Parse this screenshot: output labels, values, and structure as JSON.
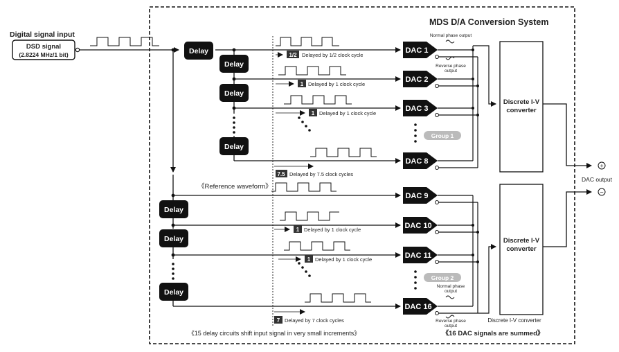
{
  "title": "MDS D/A Conversion System",
  "input": {
    "heading": "Digital signal input",
    "box_line1": "DSD signal",
    "box_line2": "(2.8224 MHz/1 bit)"
  },
  "delay_label": "Delay",
  "dacs_group1": [
    "DAC 1",
    "DAC 2",
    "DAC 3",
    "DAC 8"
  ],
  "dacs_group2": [
    "DAC 9",
    "DAC 10",
    "DAC 11",
    "DAC 16"
  ],
  "group1_label": "Group 1",
  "group2_label": "Group 2",
  "normal_phase": "Normal phase output",
  "reverse_phase": "Reverse phase output",
  "delay_notes": [
    {
      "badge": "1/2",
      "text": "Delayed by 1/2 clock cycle"
    },
    {
      "badge": "1",
      "text": "Delayed by 1 clock cycle"
    },
    {
      "badge": "1",
      "text": "Delayed by 1 clock cycle"
    },
    {
      "badge": "7.5",
      "text": "Delayed by 7.5 clock cycles"
    },
    {
      "badge": "1",
      "text": "Delayed by 1 clock cycle"
    },
    {
      "badge": "1",
      "text": "Delayed by 1 clock cycle"
    },
    {
      "badge": "7",
      "text": "Delayed by 7 clock cycles"
    }
  ],
  "reference_waveform": "《Reference waveform》",
  "converter_label": "Discrete I-V converter",
  "converter_caption": "Discrete I-V converter",
  "dac_output": "DAC output",
  "plus": "+",
  "minus": "−",
  "footer_left": "《15 delay circuits shift input signal in very small increments》",
  "footer_right": "《16 DAC signals are summed》"
}
